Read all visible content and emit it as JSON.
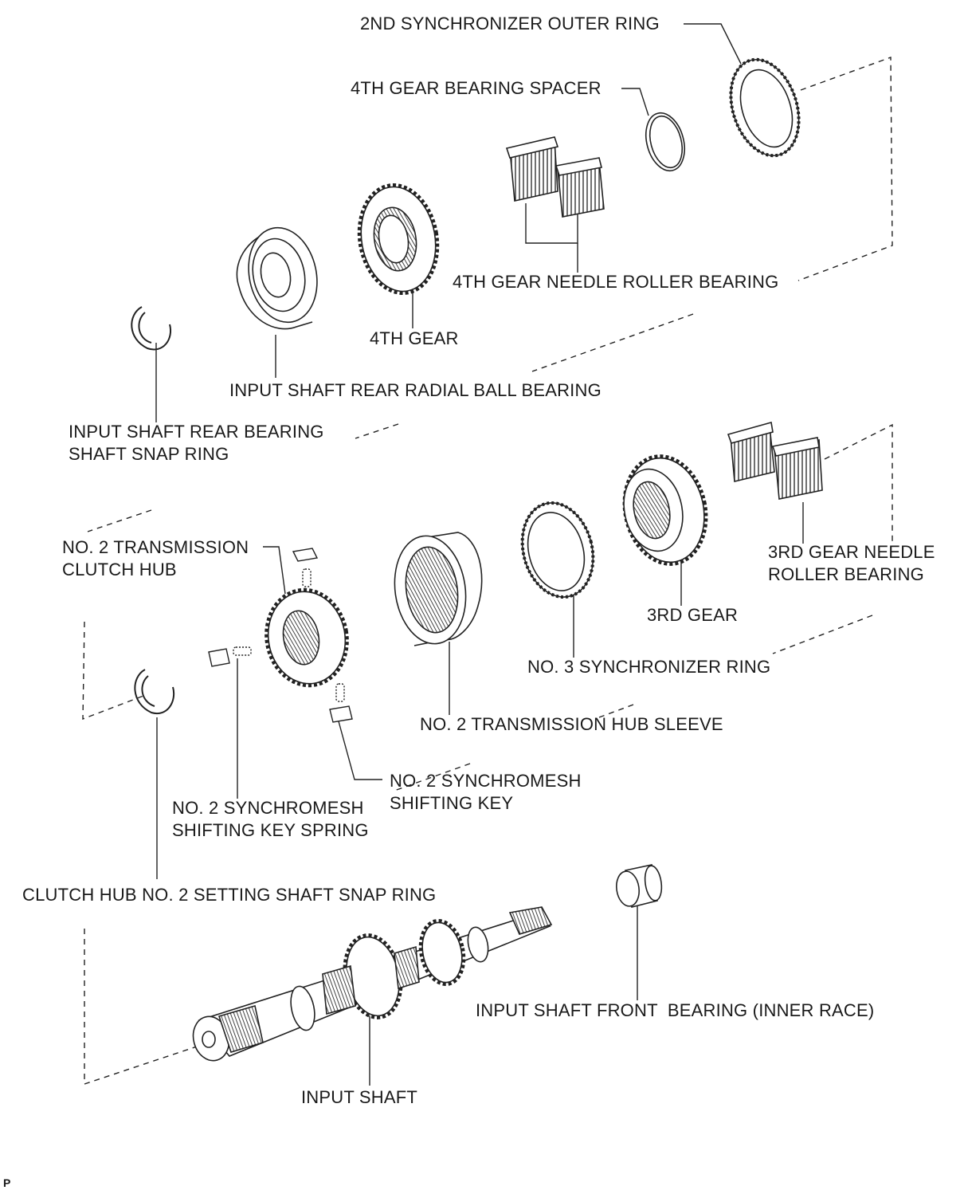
{
  "labels": {
    "second_sync_outer_ring": "2ND SYNCHRONIZER OUTER RING",
    "fourth_gear_bearing_spacer": "4TH GEAR BEARING SPACER",
    "fourth_gear_needle_roller_bearing": "4TH GEAR NEEDLE ROLLER BEARING",
    "fourth_gear": "4TH GEAR",
    "input_shaft_rear_radial_ball_bearing": "INPUT SHAFT REAR RADIAL BALL BEARING",
    "rear_bearing_snap_ring_line1": "INPUT SHAFT REAR BEARING",
    "rear_bearing_snap_ring_line2": "SHAFT SNAP RING",
    "clutch_hub_line1": "NO. 2 TRANSMISSION",
    "clutch_hub_line2": "CLUTCH HUB",
    "third_gear_needle_line1": "3RD GEAR NEEDLE",
    "third_gear_needle_line2": "ROLLER BEARING",
    "third_gear": "3RD GEAR",
    "no3_sync_ring": "NO. 3 SYNCHRONIZER RING",
    "hub_sleeve": "NO. 2 TRANSMISSION HUB SLEEVE",
    "shifting_key_line1": "NO. 2 SYNCHROMESH",
    "shifting_key_line2": "SHIFTING KEY",
    "key_spring_line1": "NO. 2 SYNCHROMESH",
    "key_spring_line2": "SHIFTING KEY SPRING",
    "hub_snap_ring": "CLUTCH HUB NO. 2 SETTING SHAFT SNAP RING",
    "front_bearing_inner_race": "INPUT SHAFT FRONT  BEARING (INNER RACE)",
    "input_shaft": "INPUT SHAFT"
  },
  "footer": {
    "mark": "P"
  }
}
